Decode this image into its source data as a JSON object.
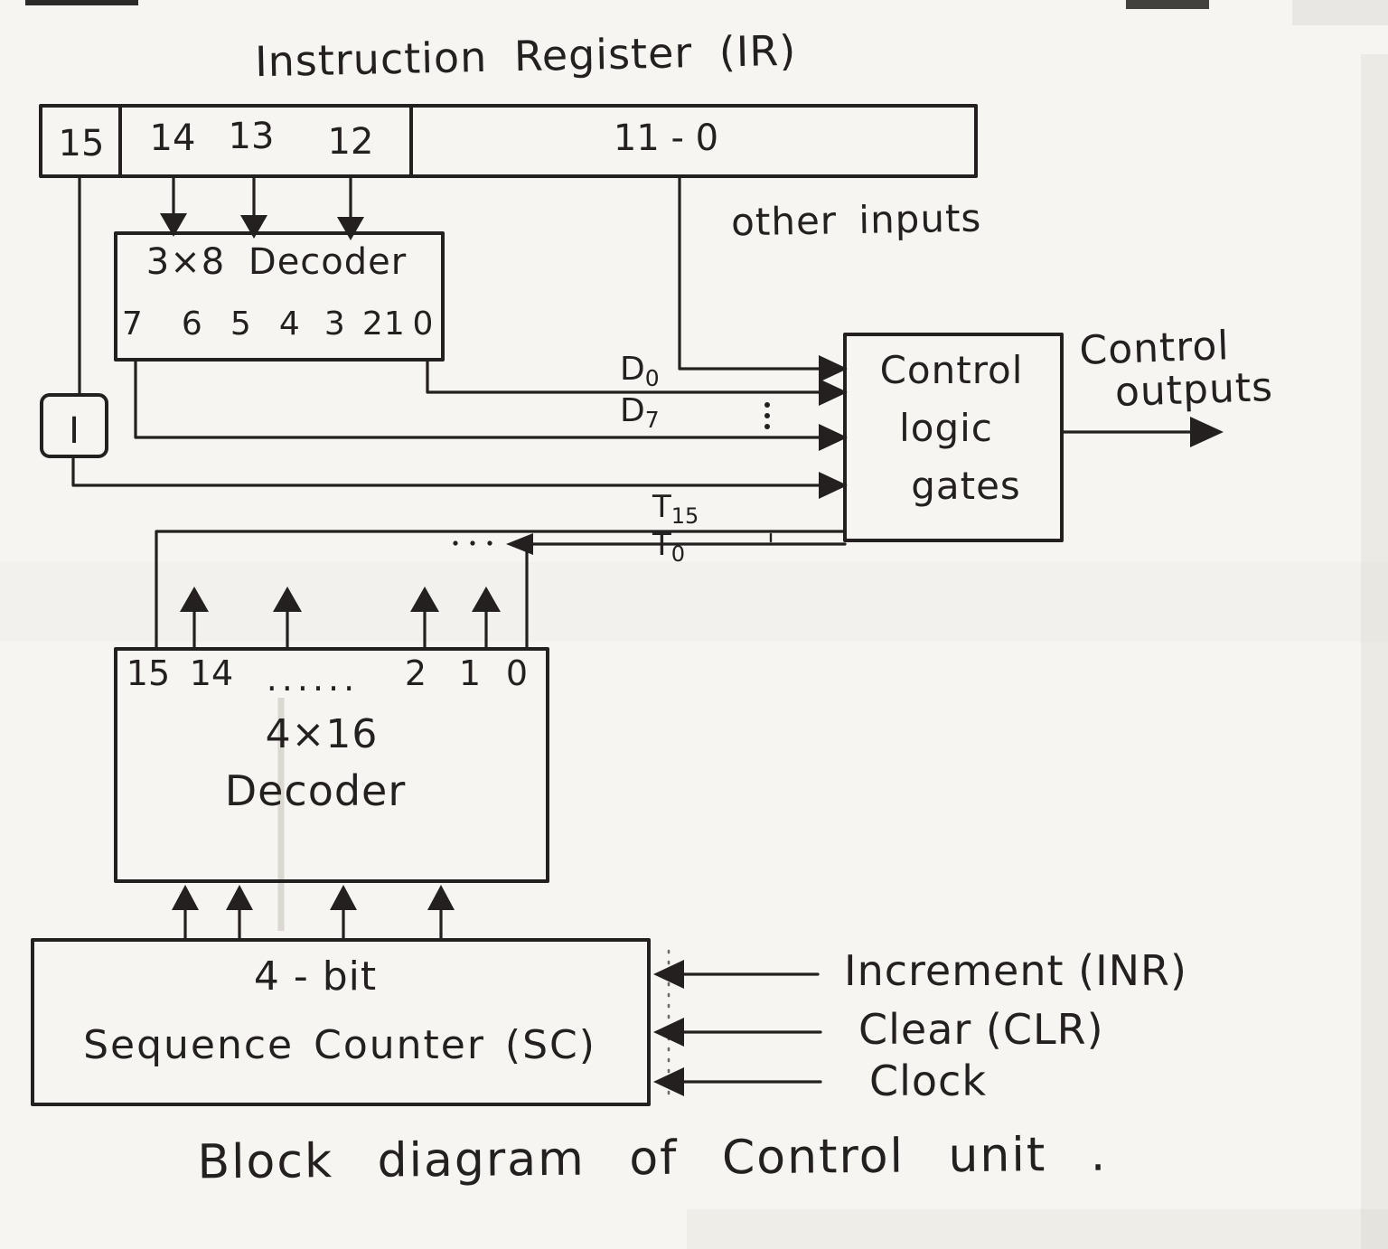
{
  "title": "Instruction Register (IR)",
  "caption": "Block diagram of Control unit .",
  "colors": {
    "ink": "#23201f",
    "paper": "#f6f5f1"
  },
  "ir": {
    "bit15": "15",
    "bit14": "14",
    "bit13": "13",
    "bit12": "12",
    "field_low": "11 - 0"
  },
  "decoder3x8": {
    "label": "3×8 Decoder",
    "outputs": [
      "7",
      "6",
      "5",
      "4",
      "3",
      "2",
      "1",
      "0"
    ]
  },
  "flipflop_i": {
    "label": "I"
  },
  "signals": {
    "other_inputs": "other inputs",
    "d0": {
      "base": "D",
      "sub": "0"
    },
    "d7": {
      "base": "D",
      "sub": "7"
    },
    "t15": {
      "base": "T",
      "sub": "15"
    },
    "t0": {
      "base": "T",
      "sub": "0"
    }
  },
  "control_logic": {
    "line1": "Control",
    "line2": "logic",
    "line3": "gates"
  },
  "control_outputs": {
    "line1": "Control",
    "line2": "outputs"
  },
  "decoder4x16": {
    "bit15": "15",
    "bit14": "14",
    "ellipsis": "......",
    "bit2": "2",
    "bit1": "1",
    "bit0": "0",
    "size_label": "4×16",
    "name_label": "Decoder"
  },
  "sequence_counter": {
    "line1": "4 - bit",
    "line2": "Sequence Counter (SC)"
  },
  "sc_inputs": {
    "increment": "Increment (INR)",
    "clear": "Clear (CLR)",
    "clock": "Clock"
  }
}
